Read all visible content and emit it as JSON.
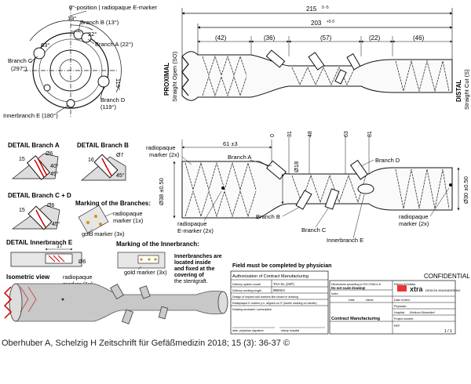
{
  "top_left": {
    "zero_label": "0°-position | radiopaque E-marker",
    "branch_b": "Branch B (13°)",
    "angle_b": "13°",
    "branch_a": "Branch A (22°)",
    "angle_a": "22°",
    "branch_c": "Branch C",
    "branch_c_deg": "(297°)",
    "angle_c": "63°",
    "branch_d": "Branch D",
    "branch_d_deg": "(119°)",
    "angle_d": "119°",
    "innerbranch_e": "Innerbranch E (180°)"
  },
  "top_view": {
    "total": "215",
    "total_tol": "0 -5",
    "inner": "203",
    "inner_tol": "+5 0",
    "segments": [
      "(42)",
      "(36)",
      "(57)",
      "(22)",
      "(46)"
    ],
    "proximal_title": "PROXIMAL",
    "proximal_sub": "Straight Open (SO)",
    "distal_title": "DISTAL",
    "distal_sub": "Straight Cut (S)"
  },
  "details": {
    "branch_a_title": "DETAIL Branch A",
    "branch_a_dims": [
      "15",
      "Ø6",
      "40°",
      "45°"
    ],
    "branch_b_title": "DETAIL Branch B",
    "branch_b_dims": [
      "16",
      "Ø7",
      "45°"
    ],
    "branch_cd_title": "DETAIL Branch C + D",
    "branch_cd_dims": [
      "15",
      "Ø6",
      "45°"
    ],
    "marking_branches_title": "Marking of the Branches:",
    "radiopaque_1": "radiopaque",
    "marker_1x": "marker (1x)",
    "gold_marker_3x": "gold marker (3x)",
    "innerbranch_title": "DETAIL Innerbranch E",
    "innerbranch_dims": [
      "17",
      "Ø6"
    ],
    "inner_radiopaque": "radiopaque",
    "inner_marker_1x": "marker (1x)",
    "marking_inner_title": "Marking of the Innerbranch:",
    "inner_gold": "gold marker (3x)",
    "inner_note_1": "Innerbranches are",
    "inner_note_2": "located inside",
    "inner_note_3": "and fixed at the",
    "inner_note_4": "covering of",
    "inner_note_5": "the stentgraft."
  },
  "main_view": {
    "dim_61": "61 ±3",
    "ticks": [
      "0",
      "31",
      "48",
      "63",
      "81"
    ],
    "radiopaque_2x": "radiopaque",
    "marker_2x": "marker (2x)",
    "branch_a": "Branch A",
    "branch_b": "Branch B",
    "branch_c": "Branch C",
    "branch_d": "Branch D",
    "innerbranch_e": "Innerbranch E",
    "phi38": "Ø38 ±0.50",
    "phi18": "Ø18",
    "phi30": "Ø30 ±0.50",
    "emarker_1": "radiopaque",
    "emarker_2": "E-marker (2x)",
    "distal_marker_1": "radiopaque",
    "distal_marker_2": "marker (2x)"
  },
  "iso": {
    "title": "Isometric view"
  },
  "form": {
    "must_complete": "Field must be completed by physician",
    "authorization": "Authorization of Contract Manufacturing",
    "confidential": "CONFIDENTIAL",
    "rows": [
      "Delivery system model",
      "Delivery working length",
      "Design of implant and markers like shown in drawing",
      "Radiopaque E-marker p.n. aligned on 0° (tactile marking on handle)",
      "Drawing accepted / prescription"
    ],
    "row_values": [
      "TAA XL (24F)",
      "950mm",
      "",
      "",
      ""
    ],
    "dim_note": "Dimensions according to ISO 2768 m-K",
    "do_not_scale": "Do not scale drawing!",
    "index": "Index",
    "date": "Date",
    "name": "Name",
    "patient_id": "Patient ID/Initials:",
    "date_of_birth": "Date of birth:",
    "physician": "Physician:",
    "hospital": "Hospital:",
    "hospital_value": "Klinikum Düsseldorf",
    "project_number": "Project number:",
    "ref": "REF:",
    "brand": "xtra",
    "brand_sub": "DESIGN ENGINEERING",
    "contract_mfg": "Contract Manufacturing",
    "sheet": "1 / 1",
    "sig_left": "date, physician signature",
    "sig_right": "stamp hospital"
  },
  "caption": "Oberhuber A, Schelzig H Zeitschrift für Gefäßmedizin 2018; 15 (3): 36-37 ©"
}
